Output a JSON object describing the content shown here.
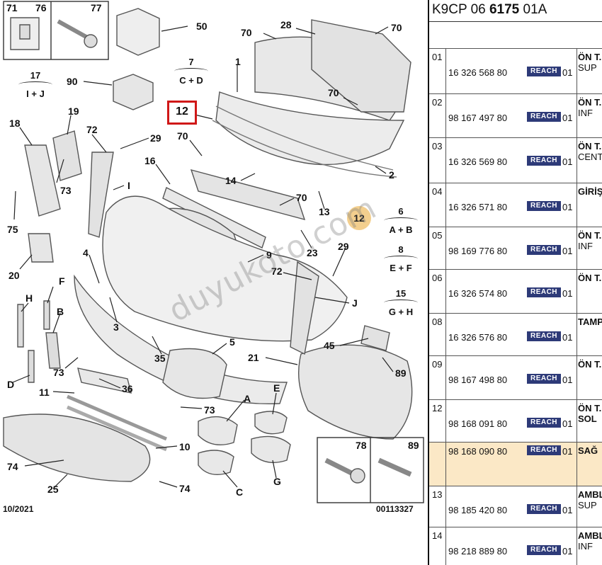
{
  "diagram": {
    "labels": [
      {
        "id": "71",
        "t": "71"
      },
      {
        "id": "76",
        "t": "76"
      },
      {
        "id": "77",
        "t": "77"
      },
      {
        "id": "50",
        "t": "50"
      },
      {
        "id": "70a",
        "t": "70"
      },
      {
        "id": "28",
        "t": "28"
      },
      {
        "id": "70b",
        "t": "70"
      },
      {
        "id": "17",
        "t": "17"
      },
      {
        "id": "90",
        "t": "90"
      },
      {
        "id": "7",
        "t": "7"
      },
      {
        "id": "1",
        "t": "1"
      },
      {
        "id": "70c",
        "t": "70"
      },
      {
        "id": "19",
        "t": "19"
      },
      {
        "id": "18",
        "t": "18"
      },
      {
        "id": "72a",
        "t": "72"
      },
      {
        "id": "29a",
        "t": "29"
      },
      {
        "id": "70d",
        "t": "70"
      },
      {
        "id": "2",
        "t": "2"
      },
      {
        "id": "16",
        "t": "16"
      },
      {
        "id": "14",
        "t": "14"
      },
      {
        "id": "I",
        "t": "I"
      },
      {
        "id": "73a",
        "t": "73"
      },
      {
        "id": "70e",
        "t": "70"
      },
      {
        "id": "13",
        "t": "13"
      },
      {
        "id": "75",
        "t": "75"
      },
      {
        "id": "6",
        "t": "6"
      },
      {
        "id": "20",
        "t": "20"
      },
      {
        "id": "23",
        "t": "23"
      },
      {
        "id": "29b",
        "t": "29"
      },
      {
        "id": "4",
        "t": "4"
      },
      {
        "id": "9",
        "t": "9"
      },
      {
        "id": "8",
        "t": "8"
      },
      {
        "id": "72b",
        "t": "72"
      },
      {
        "id": "H",
        "t": "H"
      },
      {
        "id": "F",
        "t": "F"
      },
      {
        "id": "B",
        "t": "B"
      },
      {
        "id": "J",
        "t": "J"
      },
      {
        "id": "15",
        "t": "15"
      },
      {
        "id": "3",
        "t": "3"
      },
      {
        "id": "45",
        "t": "45"
      },
      {
        "id": "35",
        "t": "35"
      },
      {
        "id": "5",
        "t": "5"
      },
      {
        "id": "21",
        "t": "21"
      },
      {
        "id": "89a",
        "t": "89"
      },
      {
        "id": "D",
        "t": "D"
      },
      {
        "id": "73b",
        "t": "73"
      },
      {
        "id": "36",
        "t": "36"
      },
      {
        "id": "11",
        "t": "11"
      },
      {
        "id": "E",
        "t": "E"
      },
      {
        "id": "A",
        "t": "A"
      },
      {
        "id": "73c",
        "t": "73"
      },
      {
        "id": "10",
        "t": "10"
      },
      {
        "id": "74a",
        "t": "74"
      },
      {
        "id": "C",
        "t": "C"
      },
      {
        "id": "G",
        "t": "G"
      },
      {
        "id": "25",
        "t": "25"
      },
      {
        "id": "74b",
        "t": "74"
      },
      {
        "id": "78",
        "t": "78"
      },
      {
        "id": "89b",
        "t": "89"
      }
    ],
    "groups": {
      "g17": {
        "top": "17",
        "bot": "I + J"
      },
      "g7": {
        "top": "7",
        "bot": "C + D"
      },
      "g6": {
        "top": "6",
        "bot": "A + B"
      },
      "g8": {
        "top": "8",
        "bot": "E + F"
      },
      "g15": {
        "top": "15",
        "bot": "G + H"
      }
    },
    "highlight_box": "12",
    "highlight_circle": "12",
    "date": "10/2021",
    "code": "00113327",
    "watermark": "duyukoto.com"
  },
  "table": {
    "ref_prefix": "K9CP 06 ",
    "ref_bold": "6175",
    "ref_suffix": " 01A",
    "rows": [
      {
        "idx": "01",
        "pn": "16 326 568 80",
        "reach": "REACH",
        "qty": "01",
        "d1": "ÖN T.",
        "d2": "SUP"
      },
      {
        "idx": "02",
        "pn": "98 167 497 80",
        "reach": "REACH",
        "qty": "01",
        "d1": "ÖN T.",
        "d2": "INF"
      },
      {
        "idx": "03",
        "pn": "16 326 569 80",
        "reach": "REACH",
        "qty": "01",
        "d1": "ÖN T.",
        "d2": "CENT"
      },
      {
        "idx": "04",
        "pn": "16 326 571 80",
        "reach": "REACH",
        "qty": "01",
        "d1": "GİRİŞ",
        "d2": ""
      },
      {
        "idx": "05",
        "pn": "98 169 776 80",
        "reach": "REACH",
        "qty": "01",
        "d1": "ÖN T.",
        "d2": "INF"
      },
      {
        "idx": "06",
        "pn": "16 326 574 80",
        "reach": "REACH",
        "qty": "01",
        "d1": "ÖN T.",
        "d2": ""
      },
      {
        "idx": "08",
        "pn": "16 326 576 80",
        "reach": "REACH",
        "qty": "01",
        "d1": "TAMP",
        "d2": ""
      },
      {
        "idx": "09",
        "pn": "98 167 498 80",
        "reach": "REACH",
        "qty": "01",
        "d1": "ÖN T.",
        "d2": ""
      },
      {
        "idx": "12",
        "pn": "98 168 091 80",
        "reach": "REACH",
        "qty": "01",
        "d1": "ÖN T.",
        "d2": "SOL"
      },
      {
        "idx": "",
        "pn": "98 168 090 80",
        "reach": "REACH",
        "qty": "01",
        "d1": "SAĞ",
        "d2": ""
      },
      {
        "idx": "13",
        "pn": "98 185 420 80",
        "reach": "REACH",
        "qty": "01",
        "d1": "AMBL",
        "d2": "SUP"
      },
      {
        "idx": "14",
        "pn": "98 218 889 80",
        "reach": "REACH",
        "qty": "01",
        "d1": "AMBL",
        "d2": "INF"
      }
    ]
  },
  "colors": {
    "highlight_row": "#fbe8c6",
    "reach_badge": "#2d3a78",
    "highlight_box": "#d01818",
    "highlight_circle": "#f3cf8e"
  }
}
